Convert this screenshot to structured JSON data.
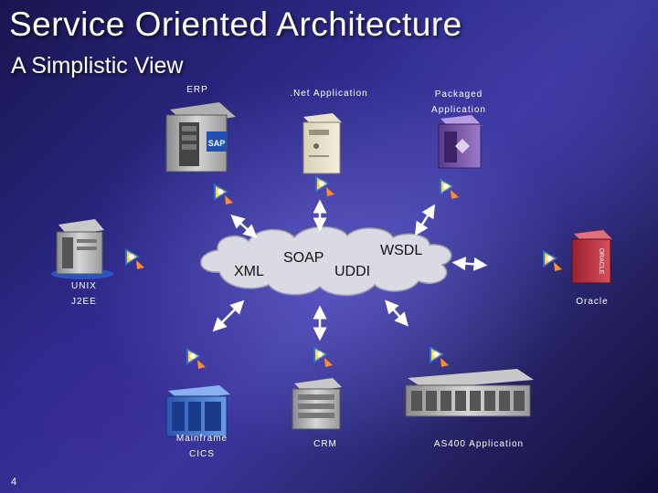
{
  "title": "Service Oriented Architecture",
  "subtitle": "A Simplistic View",
  "systems": {
    "erp": "ERP",
    "dotnet": ".Net Application",
    "packaged": "Packaged Application",
    "unix": "UNIX J2EE",
    "oracle": "Oracle",
    "mainframe": "Mainframe CICS",
    "crm": "CRM",
    "as400": "AS400 Application"
  },
  "protocols": {
    "soap": "SOAP",
    "wsdl": "WSDL",
    "xml": "XML",
    "uddi": "UDDI"
  },
  "server_brands": {
    "sap": "SAP",
    "oracle": "ORACLE"
  },
  "page_number": "4",
  "colors": {
    "background": "#2d2a8a",
    "cloud": "#d8d8e2",
    "arrow": "#ffffff",
    "oracle_server": "#c0303a"
  }
}
